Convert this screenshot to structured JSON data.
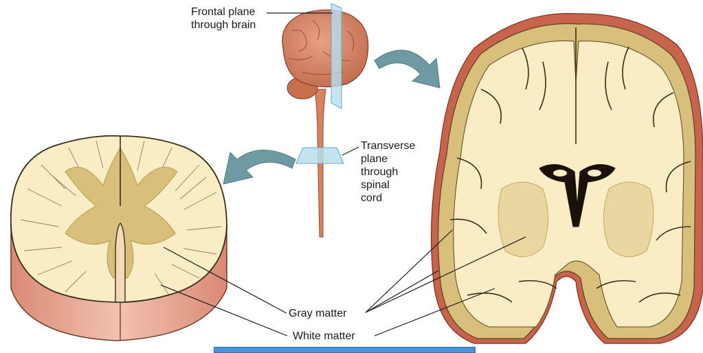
{
  "labels": {
    "frontal_plane": [
      "Frontal plane",
      "through brain"
    ],
    "transverse_plane": [
      "Transverse",
      "plane",
      "through",
      "spinal",
      "cord"
    ],
    "gray_matter": "Gray matter",
    "white_matter": "White matter"
  },
  "colors": {
    "white_matter": "#f8edc4",
    "gray_matter": "#d8c07c",
    "tissue_outline": "#3a2a18",
    "meninges": "#c8644c",
    "brain_exterior": "#cf7a5a",
    "arrow": "#6f9aa4",
    "plane": "#b8def0",
    "bottom_bar": "#4a90d9"
  },
  "icons": [
    "whole-brain-icon",
    "curved-arrow-icon",
    "spinal-cord-cross-section-icon",
    "coronal-brain-section-icon"
  ]
}
